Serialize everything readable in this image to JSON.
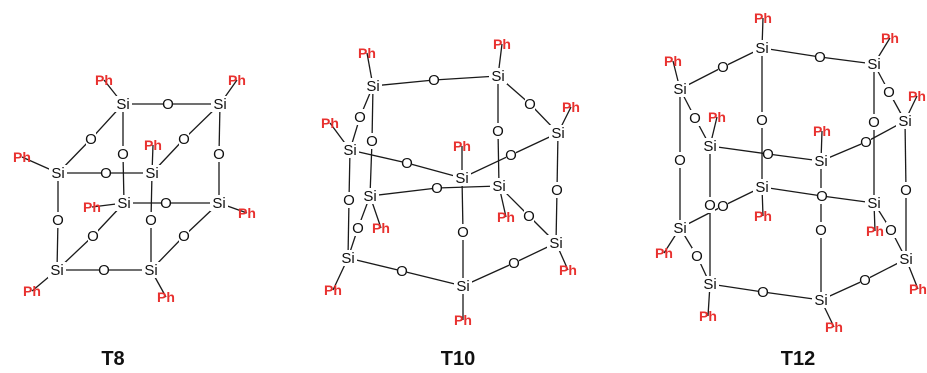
{
  "colors": {
    "phenyl": "#e8312f",
    "atom": "#111111",
    "bond": "#1a1a1a",
    "background": "#ffffff"
  },
  "labels": {
    "silicon": "Si",
    "oxygen": "O",
    "phenyl": "Ph"
  },
  "structures": [
    {
      "id": "t8",
      "caption": "T8"
    },
    {
      "id": "t10",
      "caption": "T10"
    },
    {
      "id": "t12",
      "caption": "T12"
    }
  ]
}
